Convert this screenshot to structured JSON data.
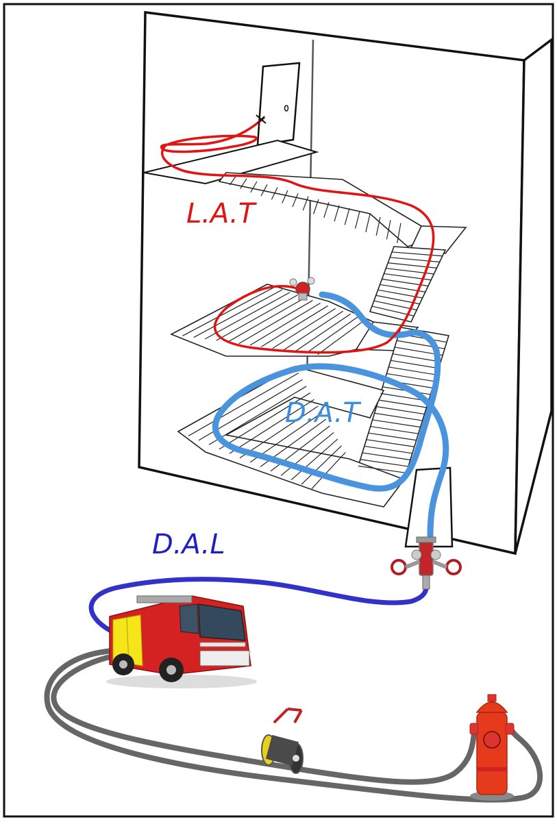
{
  "labels": {
    "lat": "L.A.T",
    "dat": "D.A.T",
    "dal": "D.A.L"
  },
  "colors": {
    "lat": "#e11414",
    "dat": "#3b8ede",
    "dal": "#1f1fc2",
    "supply": "#666666"
  },
  "icons": {
    "truck": "fire-truck-icon",
    "hydrant": "fire-hydrant-icon",
    "reel": "hose-reel-icon",
    "inlet": "dry-riser-inlet-icon",
    "landing_valve": "landing-valve-icon",
    "nozzle": "nozzle-icon"
  }
}
